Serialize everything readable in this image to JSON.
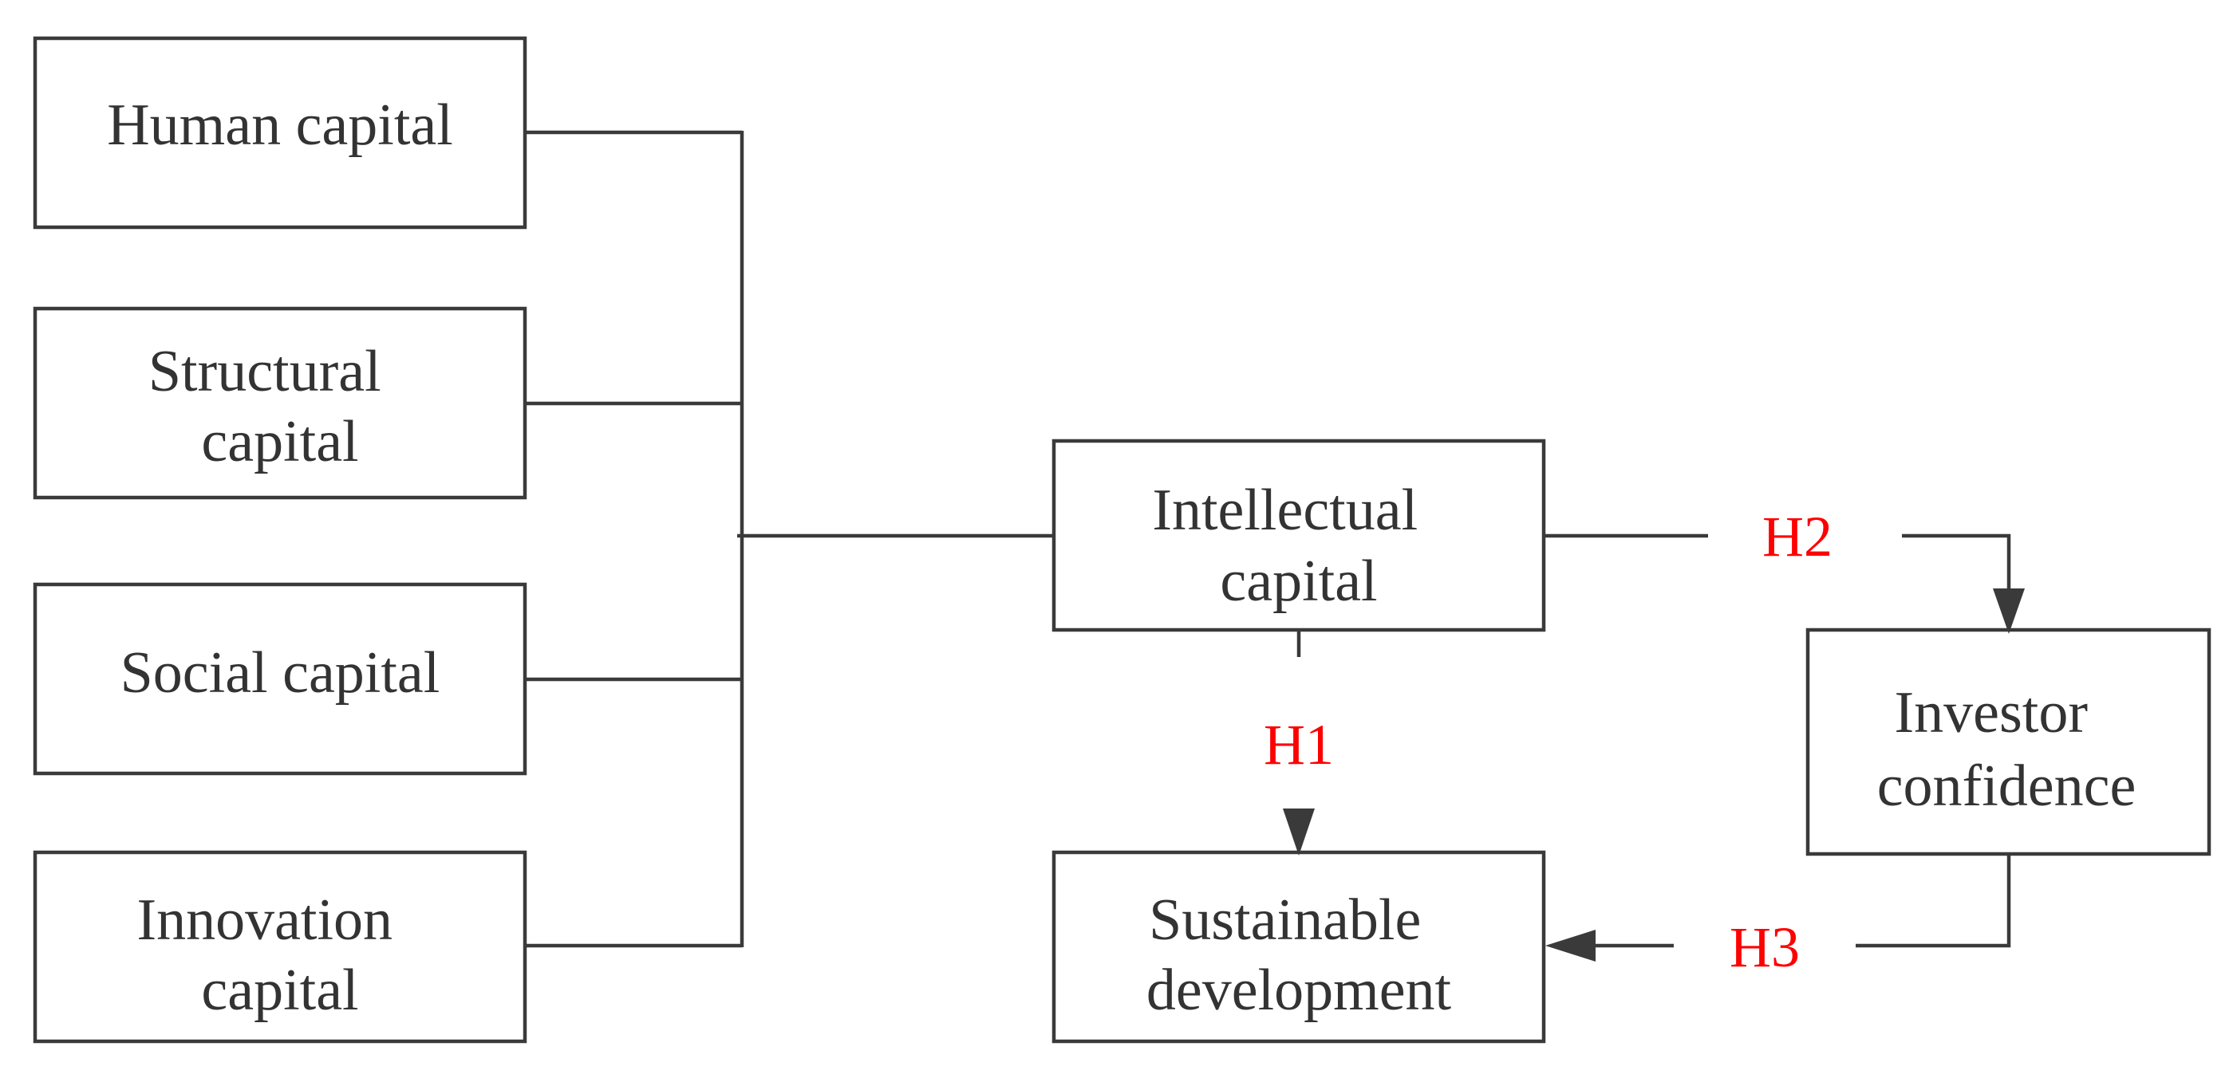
{
  "nodes": {
    "human_capital": [
      "Human capital"
    ],
    "structural_capital": [
      "Structural",
      "capital"
    ],
    "social_capital": [
      "Social capital"
    ],
    "innovation_capital": [
      "Innovation",
      "capital"
    ],
    "intellectual_capital": [
      "Intellectual",
      "capital"
    ],
    "investor_confidence": [
      "Investor",
      "confidence"
    ],
    "sustainable_development": [
      "Sustainable",
      "development"
    ]
  },
  "hypotheses": {
    "h1": "H1",
    "h2": "H2",
    "h3": "H3"
  },
  "colors": {
    "hypothesis": "#ff0000",
    "lines": "#3a3a3a",
    "text": "#333333"
  }
}
